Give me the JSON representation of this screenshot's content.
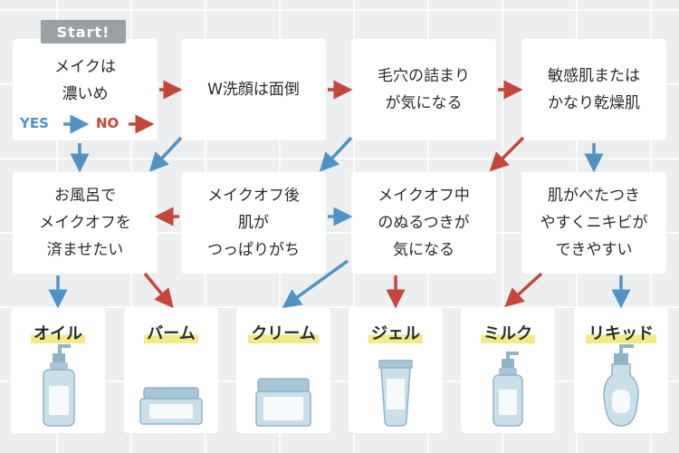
{
  "start_label": "Start!",
  "yes_label": "YES",
  "no_label": "NO",
  "questions": {
    "q1": "メイクは\n濃いめ",
    "q2": "W洗顔は面倒",
    "q3": "毛穴の詰まり\nが気になる",
    "q4": "敏感肌または\nかなり乾燥肌",
    "q5": "お風呂で\nメイクオフを\n済ませたい",
    "q6": "メイクオフ後\n肌が\nつっぱりがち",
    "q7": "メイクオフ中\nのぬるつきが\n気になる",
    "q8": "肌がべたつき\nやすくニキビが\nできやすい"
  },
  "products": [
    "オイル",
    "バーム",
    "クリーム",
    "ジェル",
    "ミルク",
    "リキッド"
  ],
  "colors": {
    "yes": "#4f93c6",
    "no": "#c4473a",
    "highlight": "#f1ea86",
    "product_fill": "#c9dfea",
    "product_stroke": "#8fb3c9"
  }
}
